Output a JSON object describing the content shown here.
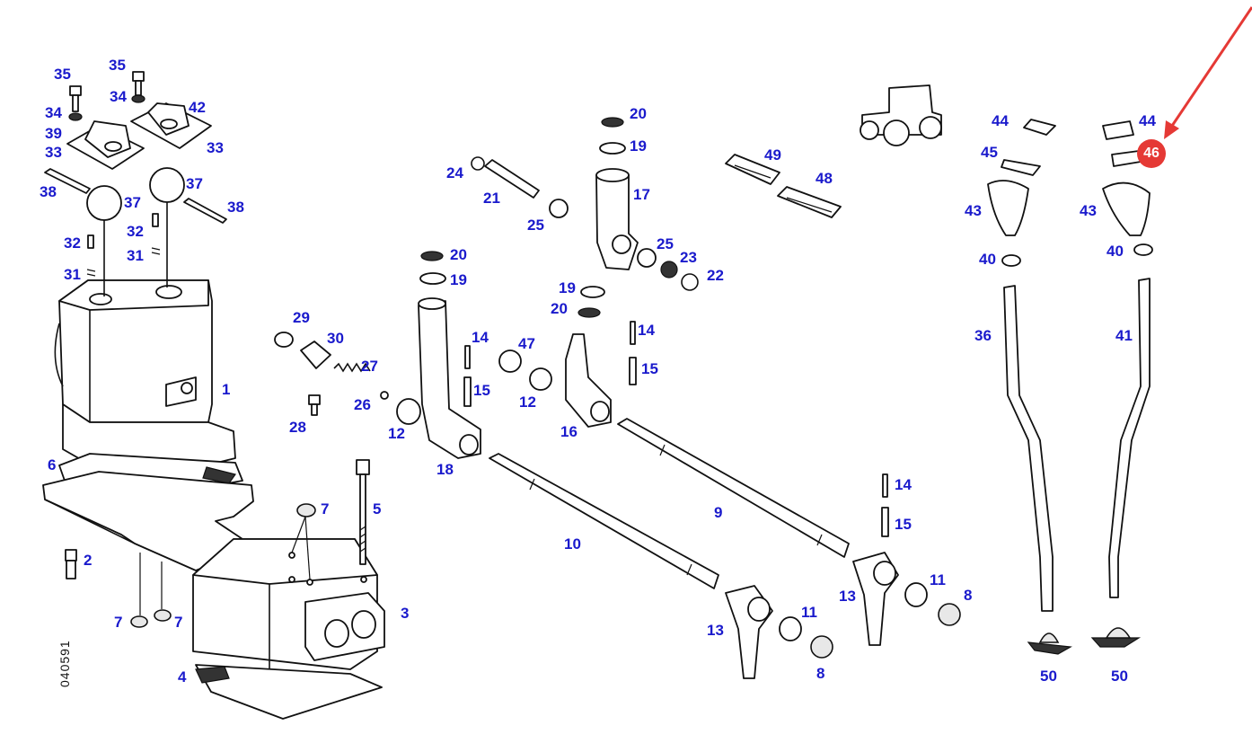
{
  "drawing_number": "040591",
  "highlight": {
    "label": "46",
    "color": "#e53935"
  },
  "label_color": "#1a1acc",
  "labels": {
    "l1": "1",
    "l2": "2",
    "l3": "3",
    "l4": "4",
    "l5": "5",
    "l6": "6",
    "l7a": "7",
    "l7b": "7",
    "l7c": "7",
    "l8a": "8",
    "l8b": "8",
    "l9": "9",
    "l10": "10",
    "l11a": "11",
    "l11b": "11",
    "l12a": "12",
    "l12b": "12",
    "l13a": "13",
    "l13b": "13",
    "l14a": "14",
    "l14b": "14",
    "l14c": "14",
    "l15a": "15",
    "l15b": "15",
    "l15c": "15",
    "l16": "16",
    "l17": "17",
    "l18": "18",
    "l19a": "19",
    "l19b": "19",
    "l19c": "19",
    "l20a": "20",
    "l20b": "20",
    "l20c": "20",
    "l21": "21",
    "l22": "22",
    "l23": "23",
    "l24": "24",
    "l25a": "25",
    "l25b": "25",
    "l26": "26",
    "l27": "27",
    "l28": "28",
    "l29": "29",
    "l30": "30",
    "l31a": "31",
    "l31b": "31",
    "l32a": "32",
    "l32b": "32",
    "l33a": "33",
    "l33b": "33",
    "l34a": "34",
    "l34b": "34",
    "l35a": "35",
    "l35b": "35",
    "l36": "36",
    "l37a": "37",
    "l37b": "37",
    "l38a": "38",
    "l38b": "38",
    "l39": "39",
    "l40a": "40",
    "l40b": "40",
    "l41": "41",
    "l42": "42",
    "l43a": "43",
    "l43b": "43",
    "l44a": "44",
    "l44b": "44",
    "l45": "45",
    "l47": "47",
    "l48": "48",
    "l49": "49",
    "l50a": "50",
    "l50b": "50"
  }
}
